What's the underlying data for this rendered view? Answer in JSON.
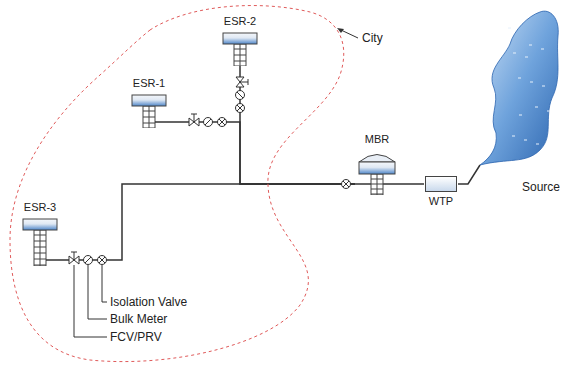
{
  "diagram": {
    "nodes": [
      {
        "text": [
          "City"
        ]
      },
      {
        "text": [
          "ESR-1"
        ],
        "in": 0
      },
      {
        "text": [
          "ESR-2"
        ],
        "in": 0
      },
      {
        "text": [
          "ESR-3"
        ],
        "in": 0
      },
      {
        "text": [
          "MBR"
        ]
      },
      {
        "text": [
          "WTP"
        ]
      },
      {
        "text": [
          "Source"
        ]
      }
    ],
    "edges": [
      {
        "from": 6,
        "to": 5,
        "arrow": "none"
      },
      {
        "from": 5,
        "to": 4,
        "arrow": "none"
      },
      {
        "from": 4,
        "to": 1,
        "arrow": "none"
      },
      {
        "from": 4,
        "to": 2,
        "arrow": "none"
      },
      {
        "from": 4,
        "to": 3,
        "arrow": "none"
      }
    ],
    "labels": [
      "Isolation Valve",
      "Bulk Meter",
      "FCV/PRV"
    ]
  }
}
